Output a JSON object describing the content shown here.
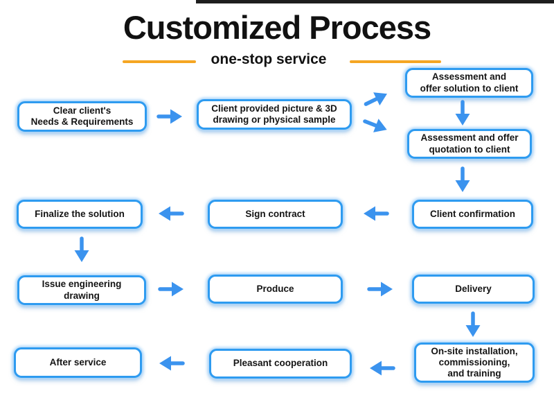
{
  "title": "Customized Process",
  "subtitle": "one-stop service",
  "colors": {
    "text": "#111111",
    "box_border": "#2e9bf0",
    "glow": "#a8d4fa",
    "arrow": "#3b93ee",
    "accent_line": "#f5a623",
    "top_bar": "#1e1e1e"
  },
  "nodes": {
    "clear_needs": "Clear client's\nNeeds & Requirements",
    "client_provided": "Client provided picture & 3D\ndrawing or physical sample",
    "offer_solution": "Assessment and\noffer solution to client",
    "offer_quotation": "Assessment and offer\nquotation to client",
    "client_confirmation": "Client confirmation",
    "sign_contract": "Sign contract",
    "finalize_solution": "Finalize the solution",
    "issue_drawing": "Issue engineering\ndrawing",
    "produce": "Produce",
    "delivery": "Delivery",
    "onsite": "On-site installation,\ncommissioning,\nand training",
    "pleasant": "Pleasant cooperation",
    "after_service": "After service"
  }
}
